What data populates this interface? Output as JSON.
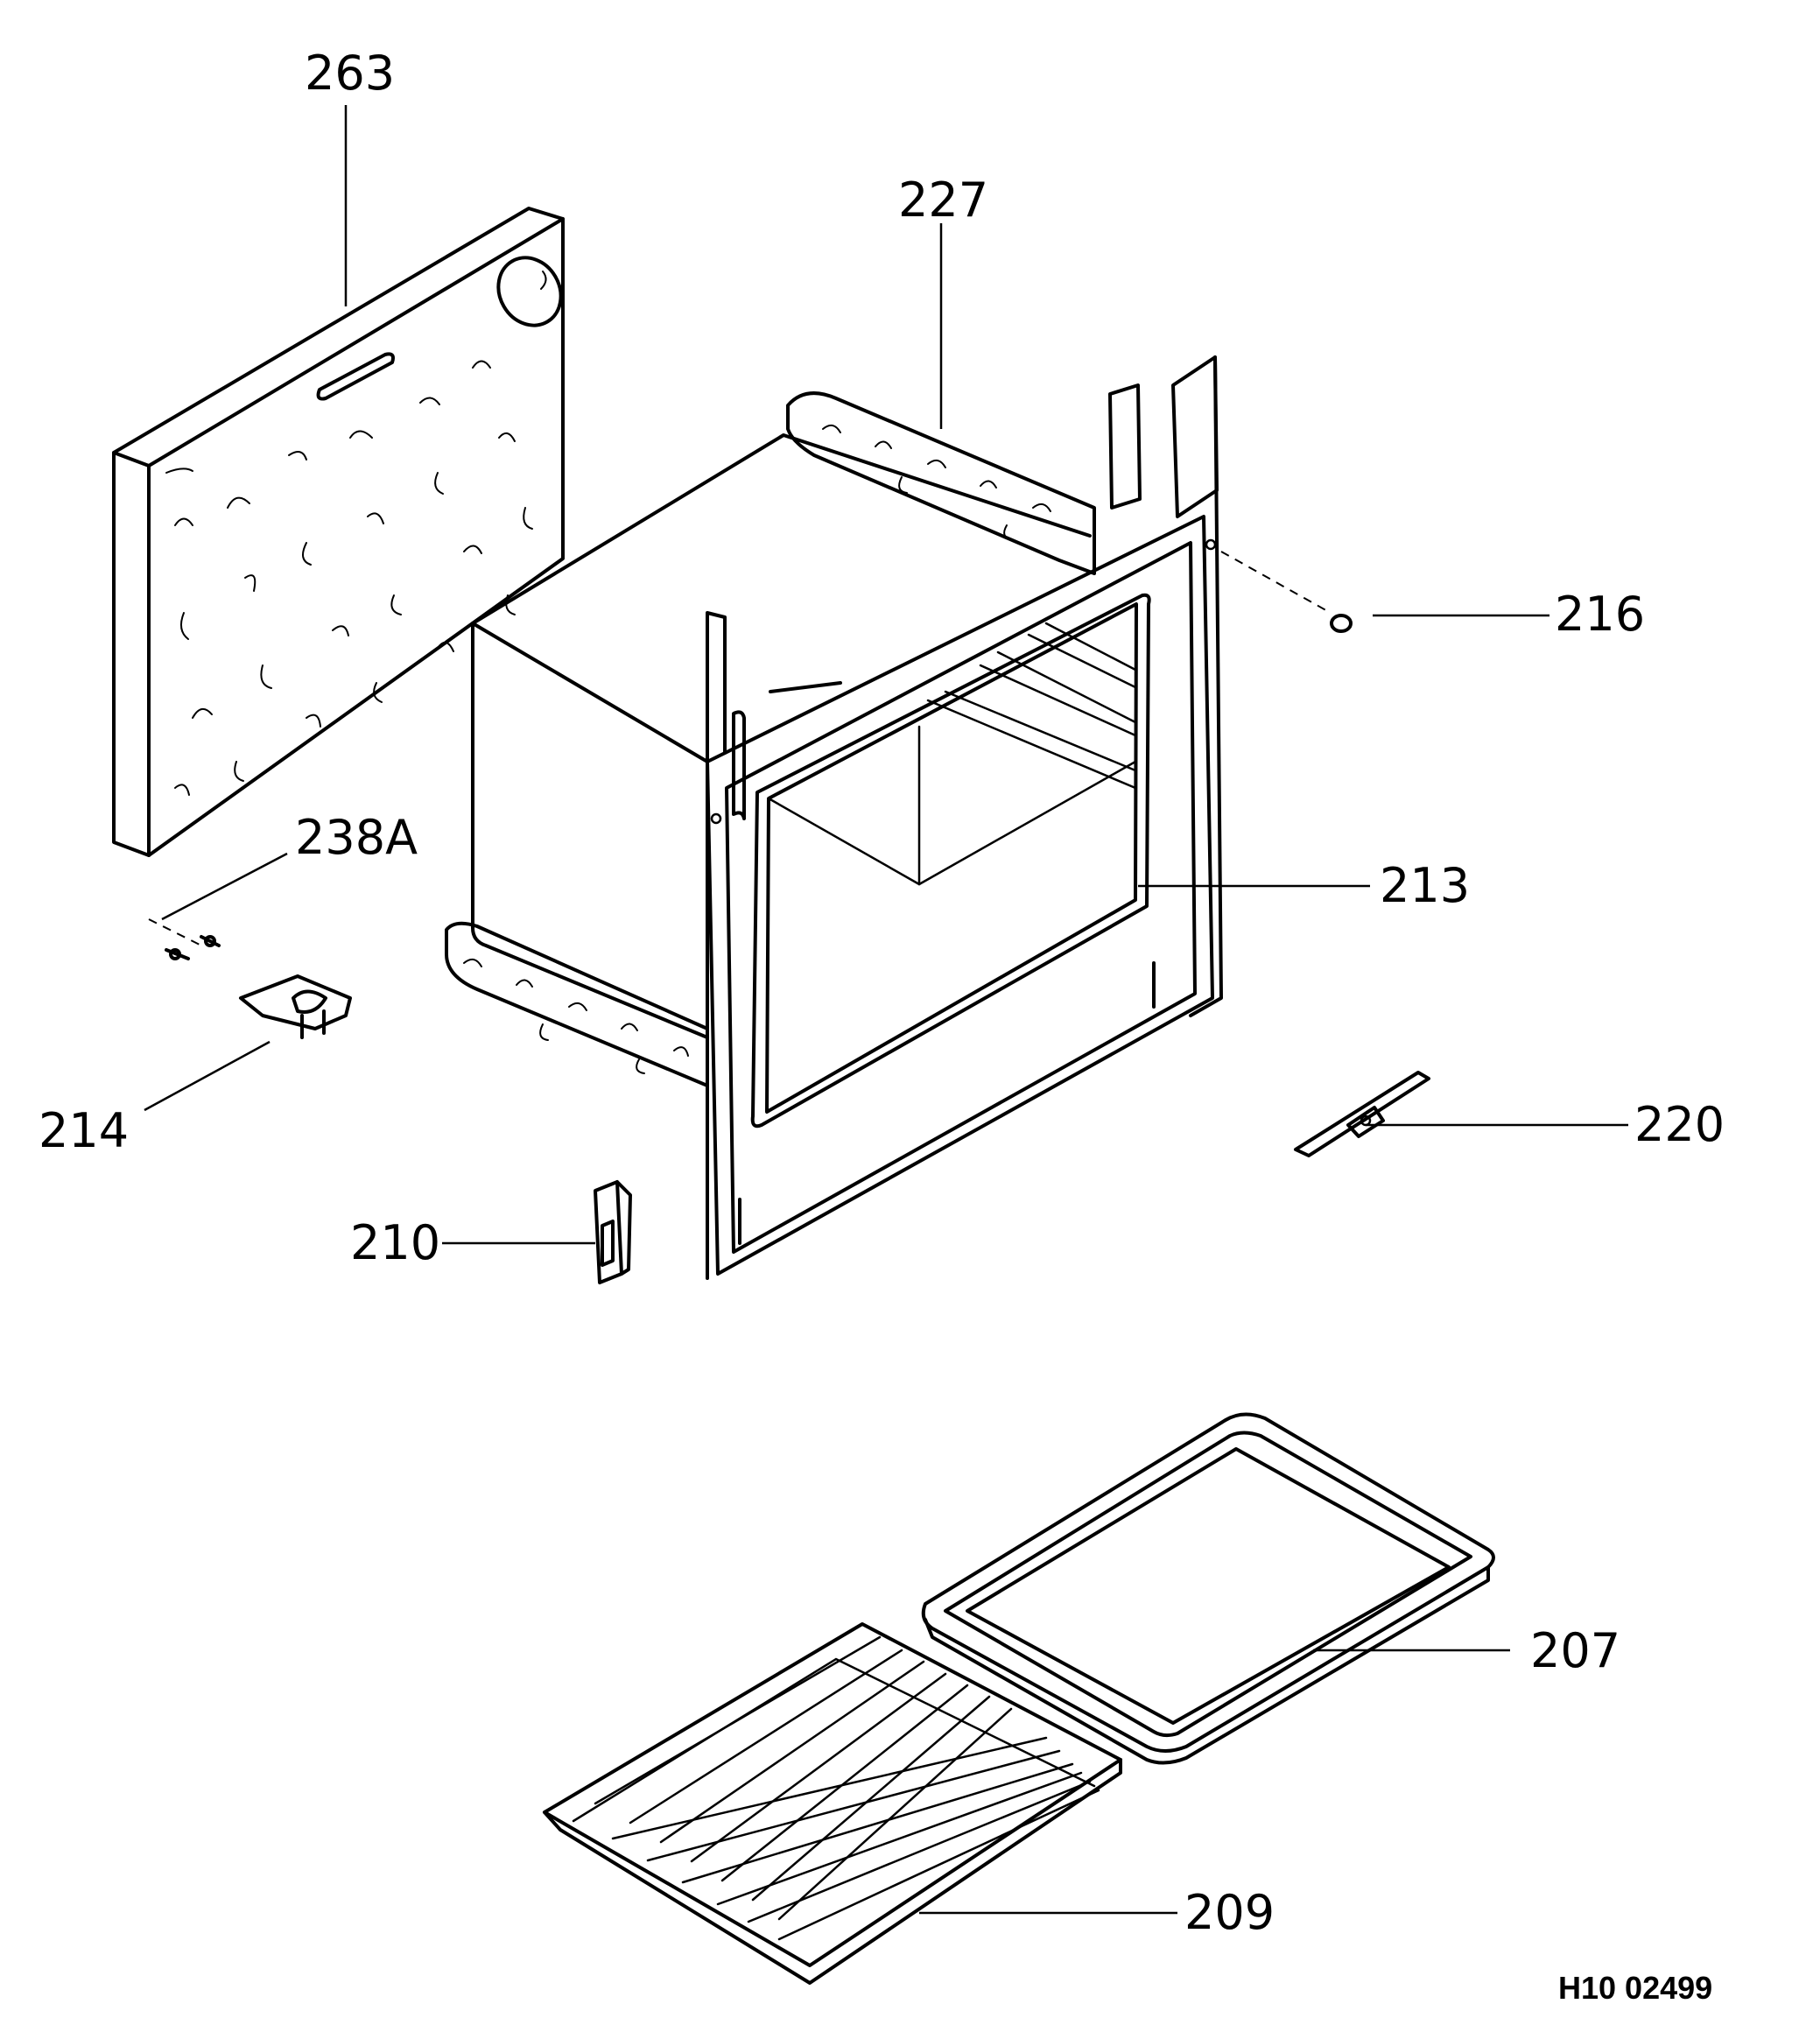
{
  "callouts": {
    "c263": "263",
    "c227": "227",
    "c216": "216",
    "c238a": "238A",
    "c213": "213",
    "c214": "214",
    "c220": "220",
    "c210": "210",
    "c207": "207",
    "c209": "209"
  },
  "drawing_ref": "H10 02499"
}
